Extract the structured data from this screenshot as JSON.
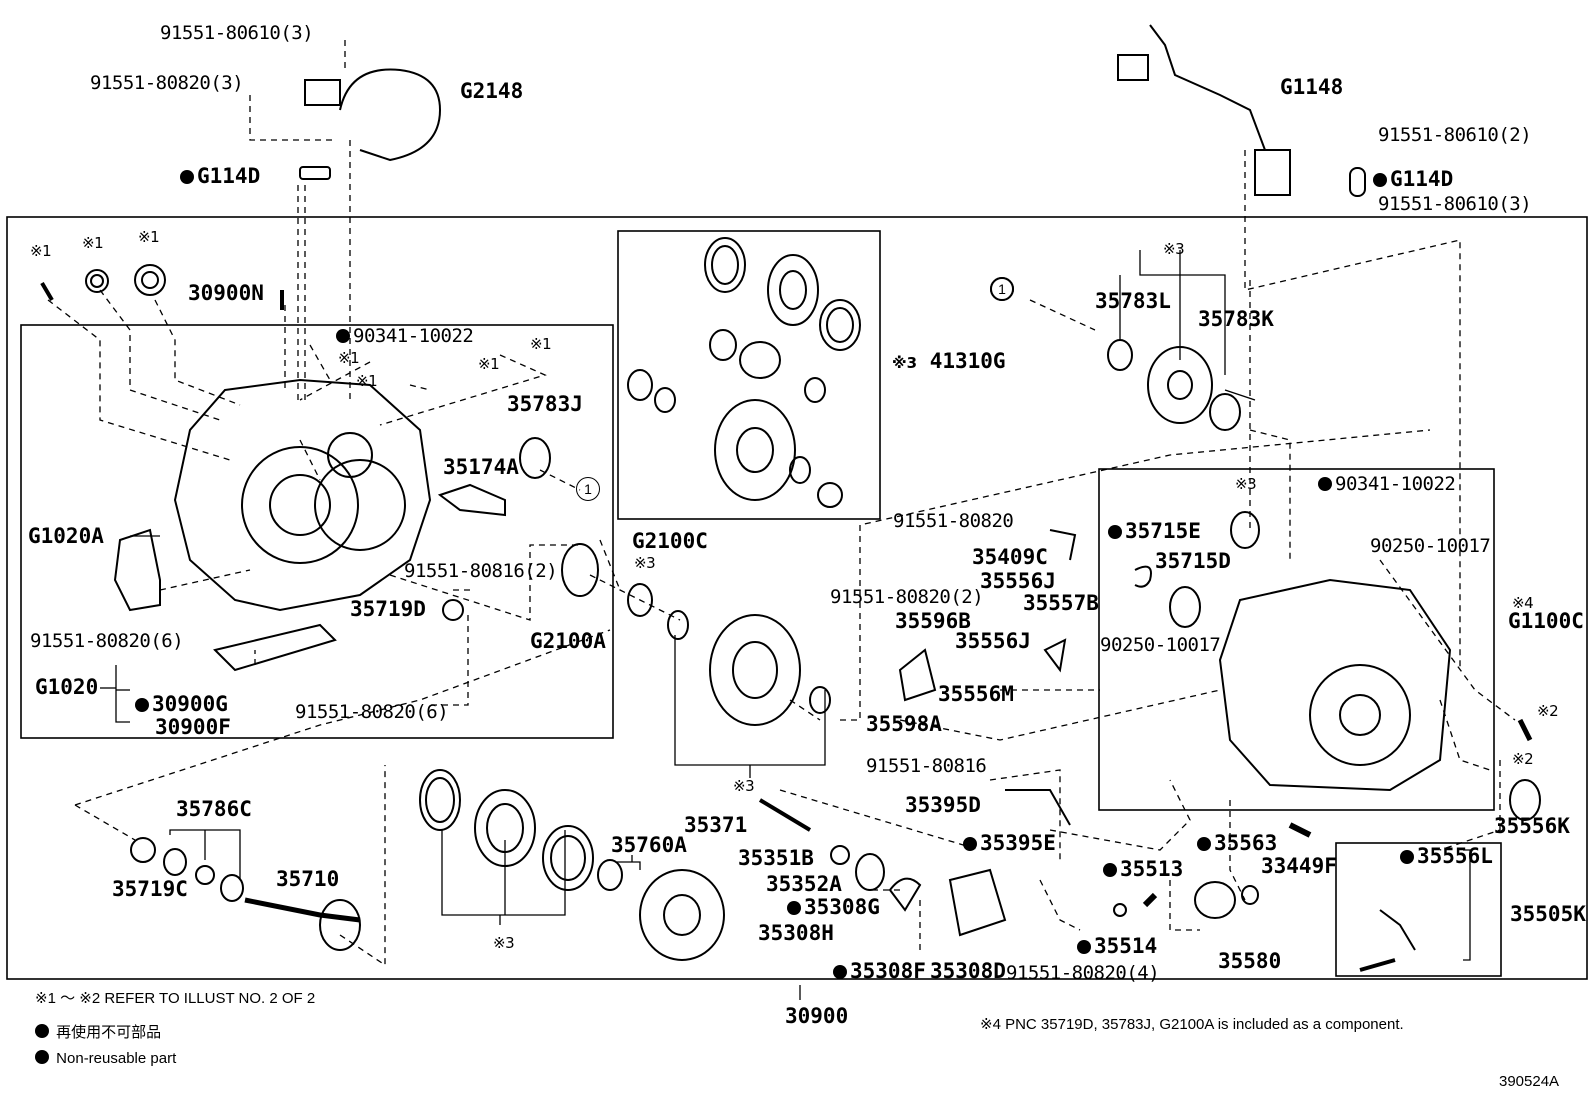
{
  "labels": {
    "l91551_80610_3a": "91551-80610(3)",
    "l91551_80820_3": "91551-80820(3)",
    "lG2148": "G2148",
    "lG114D_left": "G114D",
    "lG1148": "G1148",
    "l91551_80610_2": "91551-80610(2)",
    "lG114D_right": "G114D",
    "l91551_80610_3b": "91551-80610(3)",
    "l30900N": "30900N",
    "l90341_10022_a": "90341-10022",
    "l35783J": "35783J",
    "l35174A": "35174A",
    "lG1020A": "G1020A",
    "l91551_80816_2": "91551-80816(2)",
    "l35719D": "35719D",
    "l91551_80820_6a": "91551-80820(6)",
    "lG1020": "G1020",
    "l30900G": "30900G",
    "l30900F": "30900F",
    "l91551_80820_6b": "91551-80820(6)",
    "lG2100C": "G2100C",
    "lG2100A": "G2100A",
    "l41310G": "41310G",
    "l35783L": "35783L",
    "l35783K": "35783K",
    "l90341_10022_b": "90341-10022",
    "l91551_80820_a": "91551-80820",
    "l35715E": "35715E",
    "l35409C": "35409C",
    "l35715D": "35715D",
    "l90250_10017_a": "90250-10017",
    "l35556J_a": "35556J",
    "l91551_80820_2": "91551-80820(2)",
    "l35557B": "35557B",
    "l35596B": "35596B",
    "l35556J_b": "35556J",
    "l90250_10017_b": "90250-10017",
    "lG1100C": "G1100C",
    "l35556M": "35556M",
    "l35598A": "35598A",
    "l91551_80816": "91551-80816",
    "l35395D": "35395D",
    "l35395E": "35395E",
    "l35563": "35563",
    "l33449F": "33449F",
    "l35556K": "35556K",
    "l35556L": "35556L",
    "l35505K": "35505K",
    "l35786C": "35786C",
    "l35719C": "35719C",
    "l35710": "35710",
    "l35760A": "35760A",
    "l35371": "35371",
    "l35351B": "35351B",
    "l35352A": "35352A",
    "l35308G": "35308G",
    "l35308H": "35308H",
    "l35308F": "35308F",
    "l35308D": "35308D",
    "l35513": "35513",
    "l35514": "35514",
    "l91551_80820_4": "91551-80820(4)",
    "l35580": "35580",
    "l30900": "30900"
  },
  "markers": {
    "ref_mark_1": "※1",
    "ref_mark_2": "※2",
    "ref_mark_3": "※3",
    "ref_mark_4": "※4",
    "circle_ref": "1"
  },
  "notes": {
    "refer": "※1 ～ ※2 REFER TO ILLUST NO. 2 OF 2",
    "legend_jp": "再使用不可部品",
    "legend_en": "Non-reusable part",
    "pnc_note": "※4 PNC 35719D, 35783J, G2100A is included as a component.",
    "figure_no": "390524A"
  },
  "icons": [
    "filled-dot-icon",
    "circled-number-icon",
    "reference-mark-icon"
  ]
}
